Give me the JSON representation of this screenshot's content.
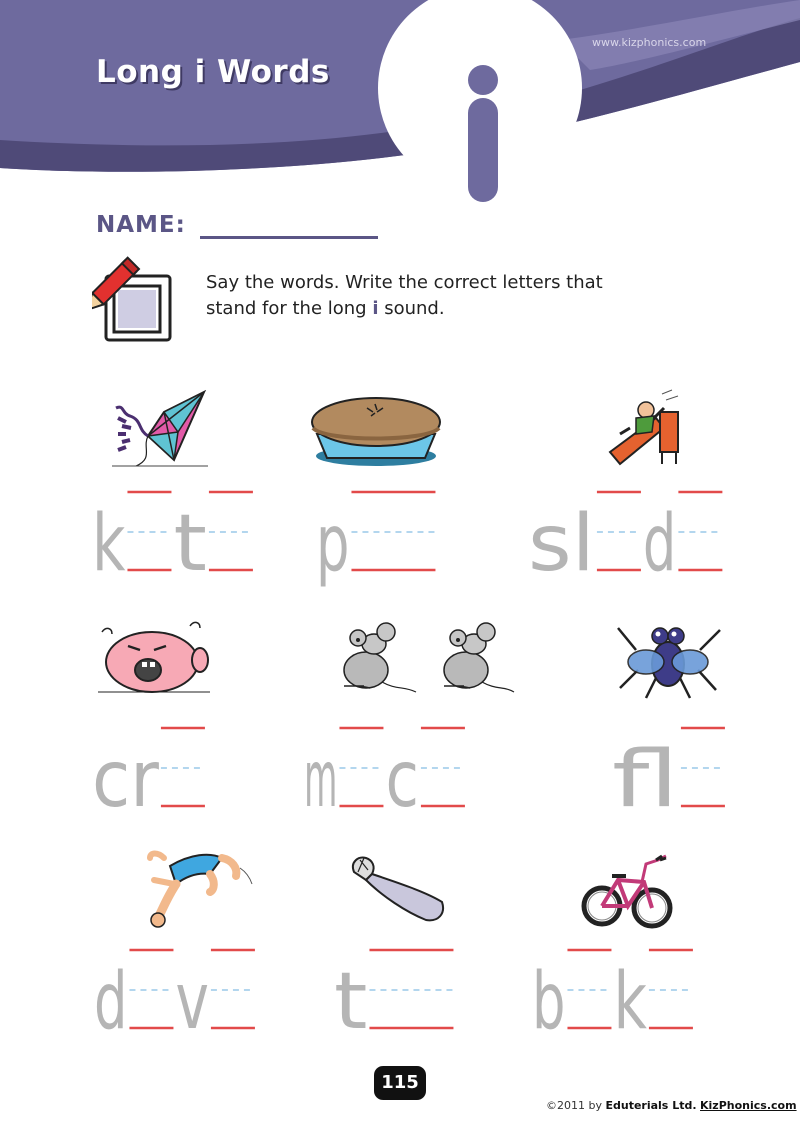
{
  "title": "Long i Words",
  "big_letter": "i",
  "watermark": "www.kizphonics.com",
  "name_label": "NAME:",
  "instructions": {
    "line1": "Say the words. Write the correct letters that",
    "line2_before": "stand for the long ",
    "line2_letter": "i",
    "line2_after": " sound."
  },
  "items": [
    {
      "picture": "kite",
      "prefix": "k",
      "middle": "t",
      "suffix": ""
    },
    {
      "picture": "pie",
      "prefix": "p",
      "middle": "",
      "suffix": ""
    },
    {
      "picture": "slide",
      "prefix": "sl",
      "middle": "d",
      "suffix": ""
    },
    {
      "picture": "cry",
      "prefix": "cr",
      "middle": "",
      "suffix": ""
    },
    {
      "picture": "mice",
      "prefix": "m",
      "middle": "c",
      "suffix": ""
    },
    {
      "picture": "fly",
      "prefix": "fl",
      "middle": "",
      "suffix": ""
    },
    {
      "picture": "dive",
      "prefix": "d",
      "middle": "v",
      "suffix": ""
    },
    {
      "picture": "tie",
      "prefix": "t",
      "middle": "",
      "suffix": ""
    },
    {
      "picture": "bike",
      "prefix": "b",
      "middle": "k",
      "suffix": ""
    }
  ],
  "page_number": "115",
  "copyright": {
    "prefix": "©2011 by ",
    "company": "Eduterials Ltd.",
    "site": "KizPhonics.com"
  },
  "colors": {
    "header_purple": "#6e6a9e",
    "header_dark": "#4f4a78",
    "guide_text": "#b5b5b5",
    "blank_red": "#e24a4a",
    "midline_blue": "#9ac8e8"
  }
}
